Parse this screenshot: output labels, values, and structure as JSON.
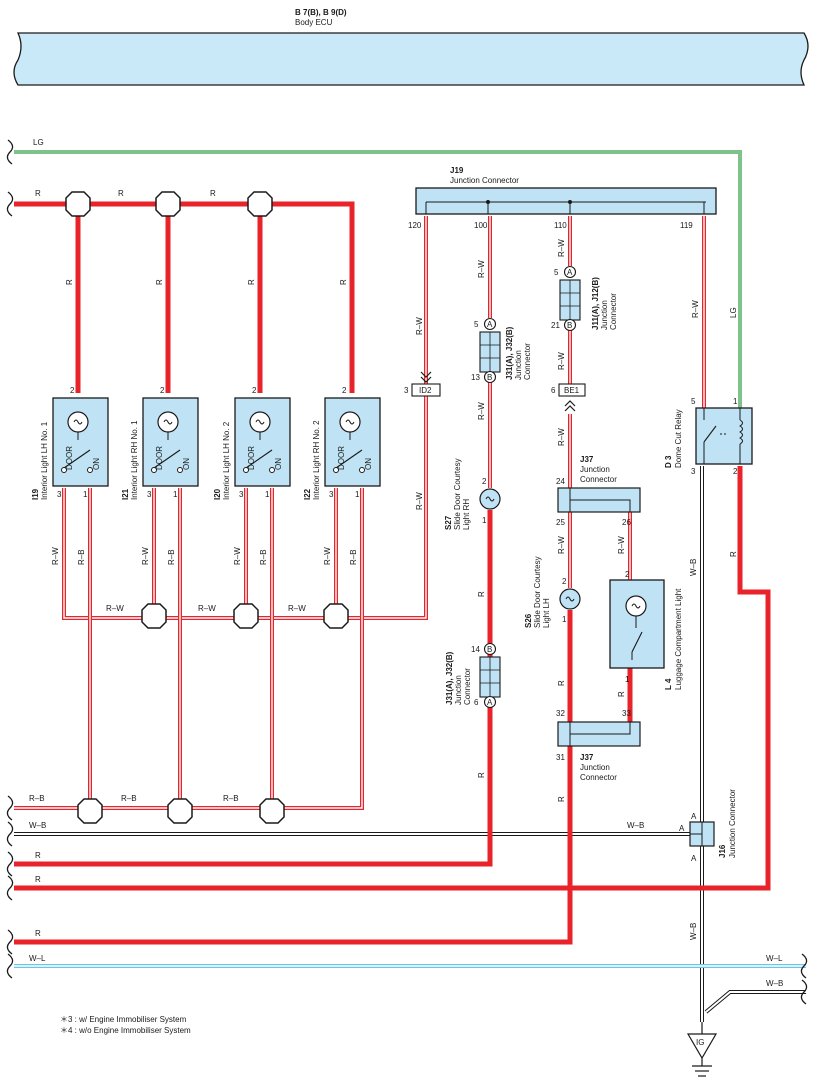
{
  "ecu": {
    "code": "B 7(B), B 9(D)",
    "name": "Body ECU"
  },
  "colors": {
    "red": "#e8232a",
    "green": "#7dc38a",
    "blue": "#6cc5e8",
    "box_fill": "#bfe3f5",
    "ecu_fill": "#c9e8f8",
    "outline": "#1a1a1a"
  },
  "wires": {
    "lg": "LG",
    "r": "R",
    "rw": "R–W",
    "rb": "R–B",
    "wb": "W–B",
    "wl": "W–L"
  },
  "j19": {
    "code": "J19",
    "name": "Junction Connector",
    "pins": [
      "120",
      "100",
      "110",
      "119"
    ]
  },
  "lamps": [
    {
      "code": "I19",
      "name": "Interior Light LH No. 1",
      "top_pin": "2",
      "left_pin": "3",
      "right_pin": "1",
      "sw1": "DOOR",
      "sw2": "ON"
    },
    {
      "code": "I21",
      "name": "Interior Light RH No. 1",
      "top_pin": "2",
      "left_pin": "3",
      "right_pin": "1",
      "sw1": "DOOR",
      "sw2": "ON"
    },
    {
      "code": "I20",
      "name": "Interior Light LH No. 2",
      "top_pin": "2",
      "left_pin": "3",
      "right_pin": "1",
      "sw1": "DOOR",
      "sw2": "ON"
    },
    {
      "code": "I22",
      "name": "Interior Light RH No. 2",
      "top_pin": "2",
      "left_pin": "3",
      "right_pin": "1",
      "sw1": "DOOR",
      "sw2": "ON"
    }
  ],
  "id2": {
    "label": "ID2",
    "pin": "3"
  },
  "be1": {
    "label": "BE1",
    "pin": "6"
  },
  "j31_upper": {
    "code": "J31(A), J32(B)",
    "name1": "Junction",
    "name2": "Connector",
    "top_pin": "5",
    "top_letter": "A",
    "bot_pin": "13",
    "bot_letter": "B"
  },
  "j31_lower": {
    "code": "J31(A), J32(B)",
    "name1": "Junction",
    "name2": "Connector",
    "top_pin": "14",
    "top_letter": "B",
    "bot_pin": "6",
    "bot_letter": "A"
  },
  "j11": {
    "code": "J11(A), J12(B)",
    "name1": "Junction",
    "name2": "Connector",
    "top_pin": "5",
    "top_letter": "A",
    "bot_pin": "21",
    "bot_letter": "B"
  },
  "s27": {
    "code": "S27",
    "name1": "Slide Door Courtesy",
    "name2": "Light RH",
    "top_pin": "2",
    "bot_pin": "1"
  },
  "s26": {
    "code": "S26",
    "name1": "Slide Door Courtesy",
    "name2": "Light LH",
    "top_pin": "2",
    "bot_pin": "1"
  },
  "j37_upper": {
    "code": "J37",
    "name1": "Junction",
    "name2": "Connector",
    "pins": [
      "24",
      "25",
      "26"
    ]
  },
  "j37_lower": {
    "code": "J37",
    "name1": "Junction",
    "name2": "Connector",
    "pins": [
      "32",
      "31",
      "33"
    ]
  },
  "l4": {
    "code": "L 4",
    "name": "Luggage Compartment Light",
    "top_pin": "2",
    "bot_pin": "1"
  },
  "d3": {
    "code": "D 3",
    "name": "Dome Cut Relay",
    "pins": [
      "5",
      "1",
      "3",
      "2"
    ]
  },
  "j16": {
    "code": "J16",
    "name": "Junction Connector",
    "pin": "A"
  },
  "ground": {
    "label": "IG"
  },
  "notes": [
    "＊3 : w/ Engine Immobiliser System",
    "＊4 : w/o Engine Immobiliser System"
  ]
}
